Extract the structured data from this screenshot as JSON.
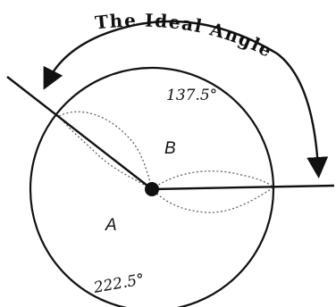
{
  "title": "The Ideal Angle",
  "angle_upper": "137.5°",
  "angle_lower": "222.5°",
  "region_a": "A",
  "region_b": "B",
  "colors": {
    "ink": "#111111",
    "background": "#ffffff"
  }
}
